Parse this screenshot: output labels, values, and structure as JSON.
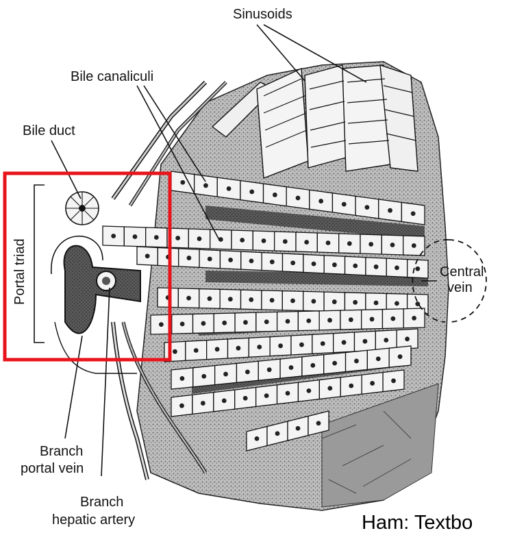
{
  "labels": {
    "sinusoids": "Sinusoids",
    "bile_canaliculi": "Bile canaliculi",
    "bile_duct": "Bile duct",
    "portal_triad": "Portal triad",
    "central_vein_line1": "Central",
    "central_vein_line2": "vein",
    "branch_portal_vein_line1": "Branch",
    "branch_portal_vein_line2": "portal vein",
    "branch_hepatic_artery_line1": "Branch",
    "branch_hepatic_artery_line2": "hepatic artery"
  },
  "caption": "Ham: Textbo",
  "colors": {
    "highlight_box": "#e8141b",
    "ink": "#111111",
    "cell_fill": "#f4f4f4",
    "shade": "#4a4a4a"
  }
}
